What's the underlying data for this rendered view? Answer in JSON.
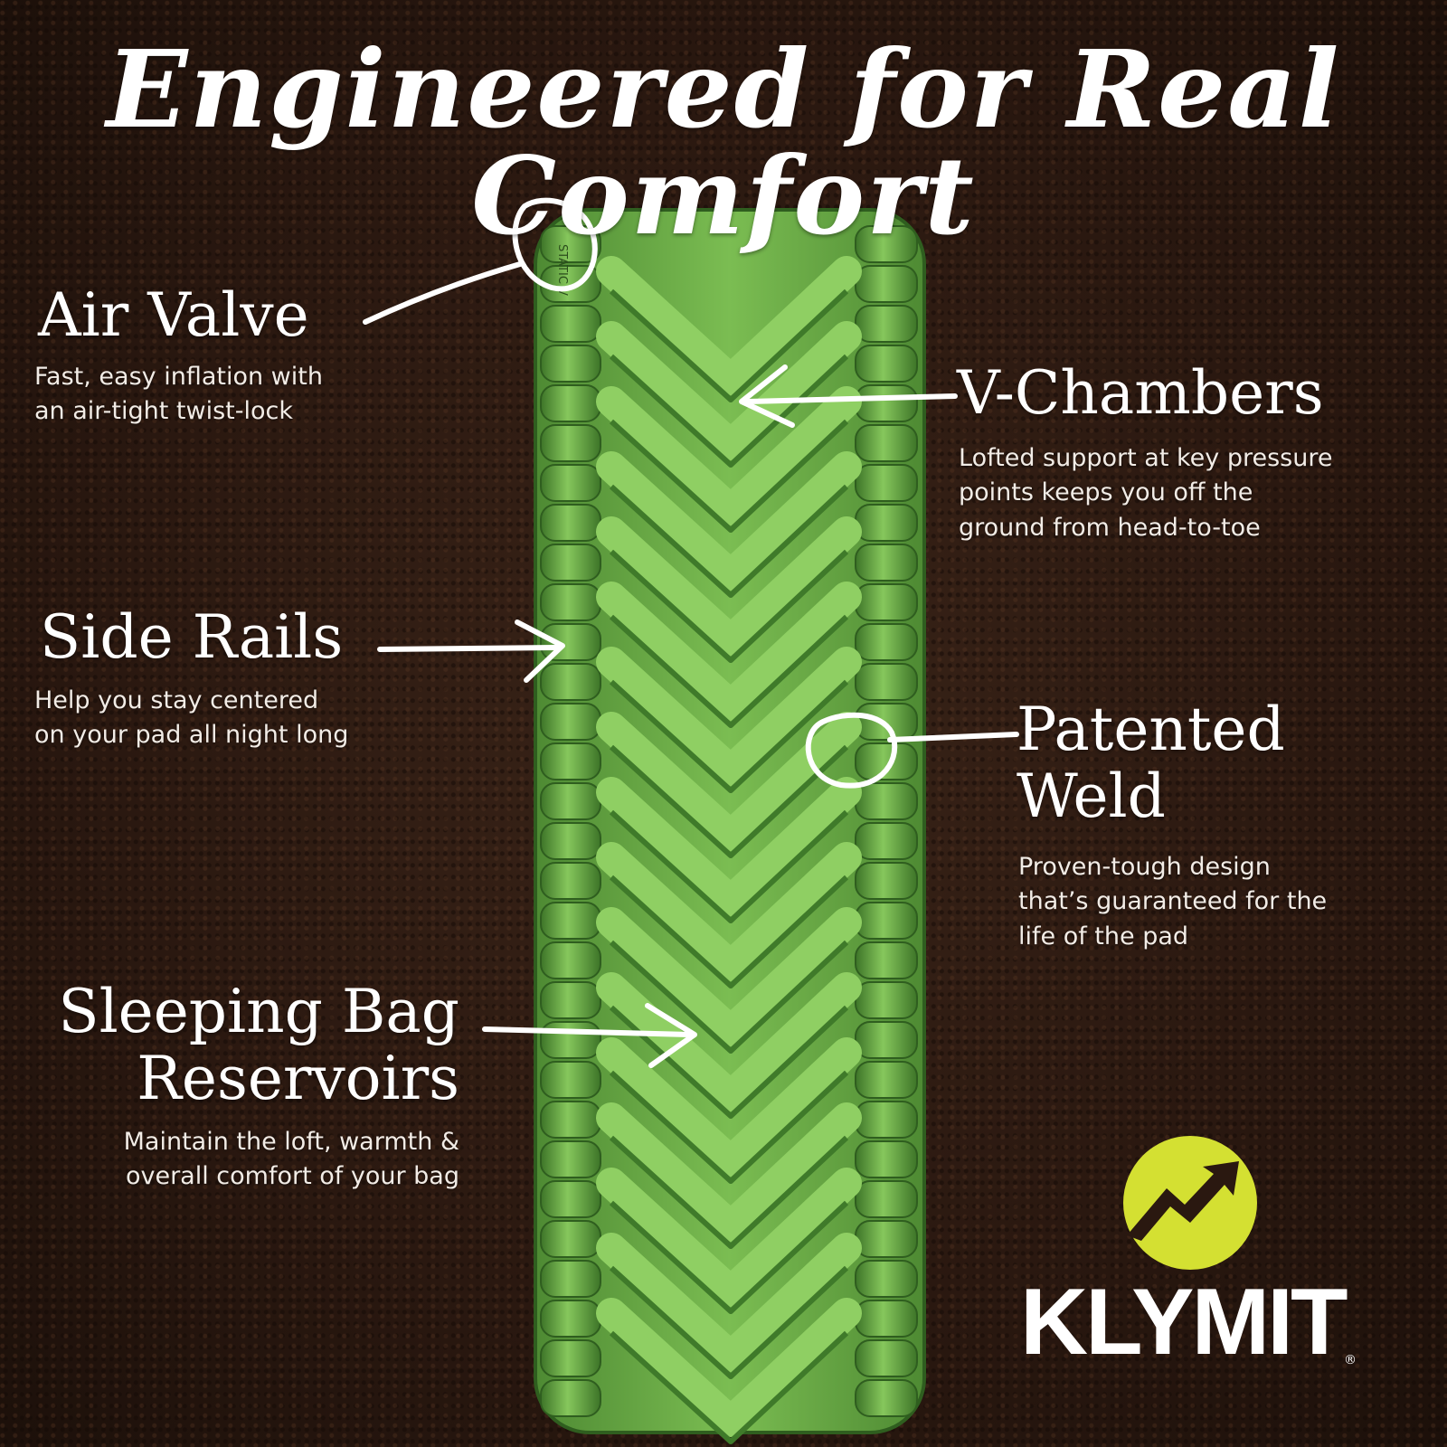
{
  "headline": "Engineered for Real Comfort",
  "features": {
    "air_valve": {
      "title": "Air Valve",
      "desc_lines": [
        "Fast, easy inflation with",
        "an air-tight twist-lock"
      ]
    },
    "v_chambers": {
      "title": "V-Chambers",
      "desc_lines": [
        "Lofted support at key pressure",
        "points keeps you off the",
        "ground from head-to-toe"
      ]
    },
    "side_rails": {
      "title": "Side Rails",
      "desc_lines": [
        "Help you stay centered",
        "on your pad all night long"
      ]
    },
    "patented_weld": {
      "title_lines": [
        "Patented",
        "Weld"
      ],
      "desc_lines": [
        "Proven-tough design",
        "that’s guaranteed for the",
        "life of the pad"
      ]
    },
    "sleeping_bag_reservoirs": {
      "title_lines": [
        "Sleeping Bag",
        "Reservoirs"
      ],
      "desc_lines": [
        "Maintain the loft, warmth &",
        "overall comfort of your bag"
      ]
    }
  },
  "brand": {
    "name": "KLYMIT",
    "registered_mark": "®",
    "logo_icon": "mountain-arrow-logo-icon",
    "logo_color": "#d4e032"
  },
  "product": {
    "pad_color": "#6aa843",
    "pad_shadow_color": "#3f7a2a",
    "printed_valve_text": "STATIC V"
  },
  "colors": {
    "background": "#2a1810",
    "text": "#ffffff",
    "accent": "#d4e032"
  }
}
